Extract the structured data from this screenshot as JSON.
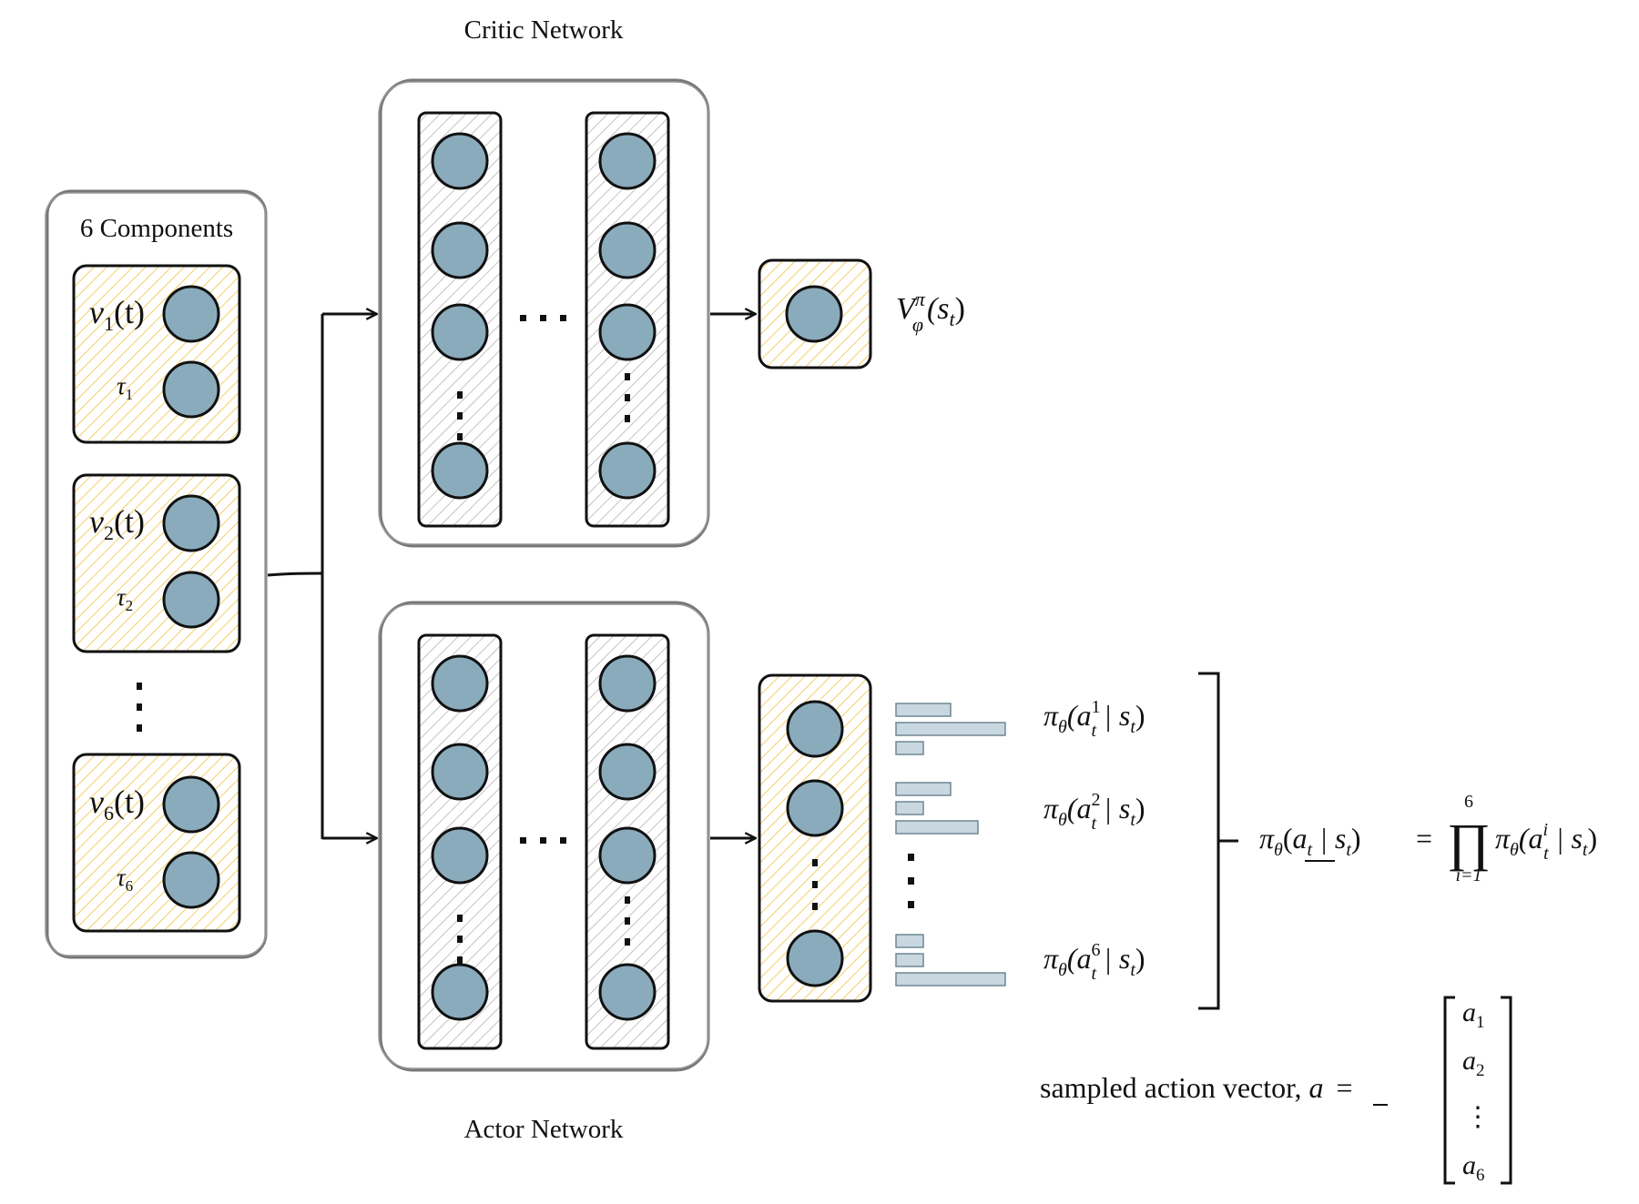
{
  "titles": {
    "critic": "Critic Network",
    "actor": "Actor Network",
    "input": "6 Components"
  },
  "input_blocks": [
    {
      "v_sym": "v",
      "v_sub": "1",
      "v_arg": "(t)",
      "tau_sym": "τ",
      "tau_sub": "1"
    },
    {
      "v_sym": "v",
      "v_sub": "2",
      "v_arg": "(t)",
      "tau_sym": "τ",
      "tau_sub": "2"
    },
    {
      "v_sym": "v",
      "v_sub": "6",
      "v_arg": "(t)",
      "tau_sym": "τ",
      "tau_sub": "6"
    }
  ],
  "critic_output": {
    "sym": "V",
    "sup": "π",
    "sub": "φ",
    "arg": "(s",
    "arg_sub": "t",
    "close": ")"
  },
  "actor_outputs": [
    {
      "pi": "π",
      "theta": "θ",
      "open": "(a",
      "sup": "1",
      "sub": "t",
      "cond": " | s",
      "cond_sub": "t",
      "close": ")"
    },
    {
      "pi": "π",
      "theta": "θ",
      "open": "(a",
      "sup": "2",
      "sub": "t",
      "cond": " | s",
      "cond_sub": "t",
      "close": ")"
    },
    {
      "pi": "π",
      "theta": "θ",
      "open": "(a",
      "sup": "6",
      "sub": "t",
      "cond": " | s",
      "cond_sub": "t",
      "close": ")"
    }
  ],
  "joint_policy": {
    "lhs_pi": "π",
    "lhs_theta": "θ",
    "lhs_open": "(",
    "lhs_a": "a",
    "lhs_a_sub": "t",
    "lhs_cond": " | s",
    "lhs_cond_sub": "t",
    "lhs_close": ")",
    "equals": "=",
    "prod": "∏",
    "prod_upper": "6",
    "prod_lower": "i=1",
    "rhs_pi": "π",
    "rhs_theta": "θ",
    "rhs_open": "(a",
    "rhs_sup": "i",
    "rhs_sub": "t",
    "rhs_cond": " | s",
    "rhs_cond_sub": "t",
    "rhs_close": ")"
  },
  "sampled": {
    "text": "sampled action vector, ",
    "a": "a",
    "equals": "=",
    "vector": [
      {
        "sym": "a",
        "sub": "1"
      },
      {
        "sym": "a",
        "sub": "2"
      },
      {
        "sym": "⋮",
        "sub": ""
      },
      {
        "sym": "a",
        "sub": "6"
      }
    ]
  },
  "colors": {
    "node_fill": "#8aabbc",
    "node_stroke": "#111111",
    "yellow_hatch": "#f3cf6a",
    "gray_hatch": "#9a9a9a",
    "box_stroke": "#777777",
    "bar_fill": "#c9d8e0",
    "bar_stroke": "#6f8794"
  },
  "icons": {
    "ellipsis": "⋯",
    "vertical_dots": "⋮"
  },
  "distribution_bars": [
    [
      0.5,
      1.0,
      0.25
    ],
    [
      0.5,
      0.25,
      0.75
    ],
    [
      0.25,
      0.25,
      1.0
    ]
  ]
}
